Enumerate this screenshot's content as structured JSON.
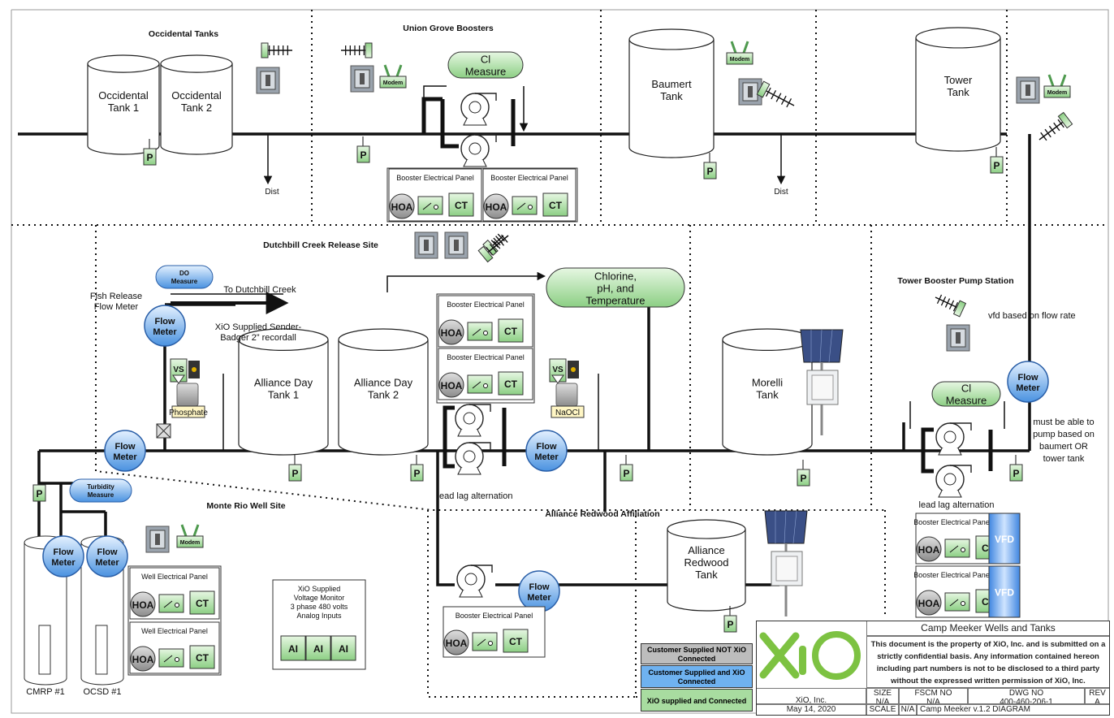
{
  "sites": {
    "occidental_tanks": "Occidental Tanks",
    "union_grove": "Union Grove Boosters",
    "dutchbill": "Dutchbill Creek Release Site",
    "tower_booster": "Tower Booster Pump Station",
    "monte_rio": "Monte Rio Well Site",
    "alliance_redwood": "Alliance Redwood Affiliation"
  },
  "tanks": {
    "occ1": [
      "Occidental",
      "Tank 1"
    ],
    "occ2": [
      "Occidental",
      "Tank 2"
    ],
    "baumert": [
      "Baumert",
      "Tank"
    ],
    "tower": [
      "Tower",
      "Tank"
    ],
    "day1": [
      "Alliance Day",
      "Tank 1"
    ],
    "day2": [
      "Alliance Day",
      "Tank 2"
    ],
    "morelli": [
      "Morelli",
      "Tank"
    ],
    "redwood": [
      "Alliance",
      "Redwood",
      "Tank"
    ],
    "cmrp": "CMRP #1",
    "ocsd": "OCSD #1"
  },
  "labels": {
    "dist": "Dist",
    "p": "P",
    "modem": "Modem",
    "flow_meter": [
      "Flow",
      "Meter"
    ],
    "cl_measure": [
      "Cl",
      "Measure"
    ],
    "do_measure": [
      "DO",
      "Measure"
    ],
    "turbidity": [
      "Turbidity",
      "Measure"
    ],
    "chlorine": [
      "Chlorine,",
      "pH, and",
      "Temperature"
    ],
    "booster_panel": "Booster Electrical Panel",
    "well_panel": "Well Electrical Panel",
    "hoa": "HOA",
    "ct": "CT",
    "vfd": "VFD",
    "ai": "AI",
    "vs": "VS",
    "phosphate": "Phosphate",
    "naocl": "NaOCl",
    "fish_release": [
      "Fish Release",
      "Flow Meter"
    ],
    "to_dutchbill": "To Dutchbill Creek",
    "sender": [
      "XiO Supplied Sender-",
      "Badger 2” recordall"
    ],
    "vfd_note": "vfd based on flow rate",
    "pump_note": [
      "must be able to",
      "pump based on",
      "baumert OR",
      "tower tank"
    ],
    "lead_lag": "lead lag alternation",
    "voltage": [
      "XiO Supplied",
      "Voltage Monitor",
      "3 phase 480 volts",
      "Analog Inputs"
    ]
  },
  "legend": {
    "not_connected": [
      "Customer Supplied NOT XiO",
      "Connected"
    ],
    "connected": [
      "Customer Supplied and XiO",
      "Connected"
    ],
    "xio": "XiO supplied and Connected"
  },
  "title_block": {
    "logo": "XiO",
    "project": "Camp Meeker Wells and Tanks",
    "notice": "This document is the property of XiO, Inc. and is submitted on a strictly confidential basis.  Any information contained hereon including part numbers is not to be disclosed to a third party without the expressed written permission of XiO, Inc.",
    "company": "XiO, Inc.",
    "date": "May 14, 2020",
    "size_label": "SIZE",
    "size_value": "N/A",
    "fscm_label": "FSCM NO",
    "fscm_value": "N/A",
    "dwg_label": "DWG NO",
    "dwg_value": "400-460-206-1",
    "rev_label": "REV",
    "rev_value": "A",
    "scale_label": "SCALE",
    "scale_value": "N/A",
    "doc_name": "Camp Meeker v.1.2 DIAGRAM"
  },
  "colors": {
    "green": "#a8dca0",
    "blue": "#5ea4e8",
    "gray": "#b4b4b4",
    "green_dark": "#4f9a4f"
  }
}
